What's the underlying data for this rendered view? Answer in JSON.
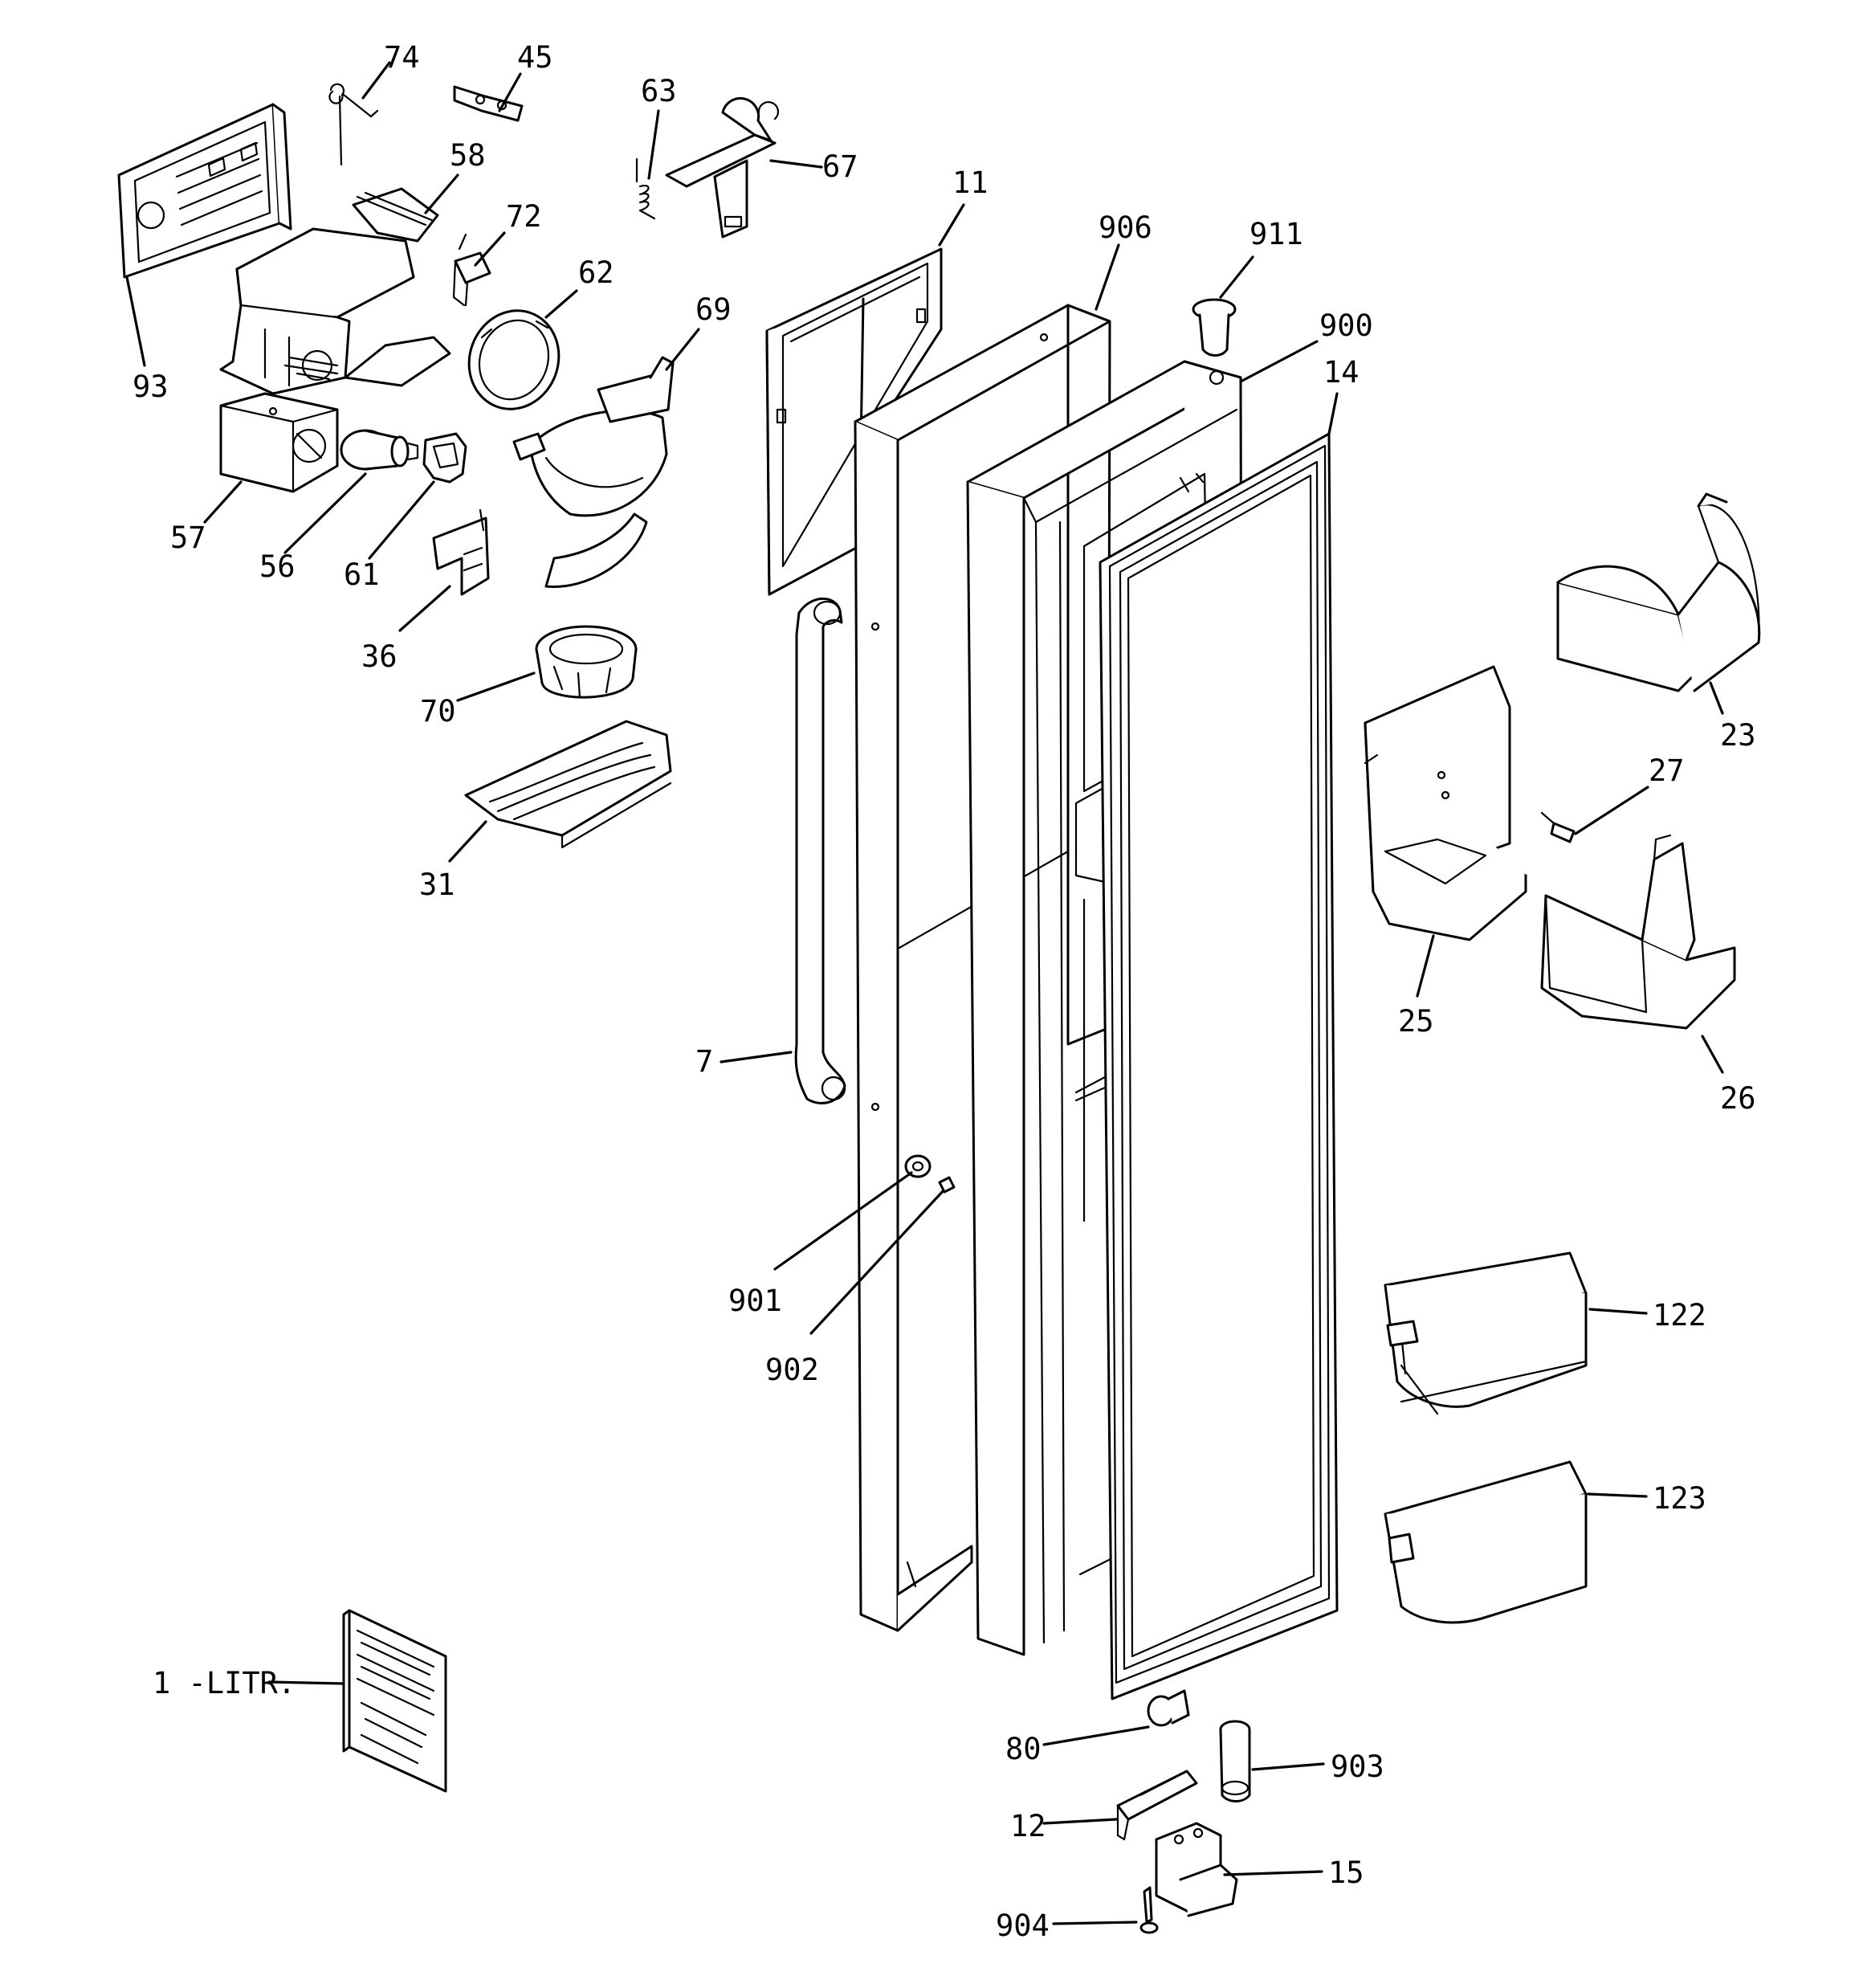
{
  "diagram": {
    "parts": [
      {
        "id": "p74",
        "label": "74"
      },
      {
        "id": "p45",
        "label": "45"
      },
      {
        "id": "p63",
        "label": "63"
      },
      {
        "id": "p67",
        "label": "67"
      },
      {
        "id": "p58",
        "label": "58"
      },
      {
        "id": "p72",
        "label": "72"
      },
      {
        "id": "p11",
        "label": "11"
      },
      {
        "id": "p906",
        "label": "906"
      },
      {
        "id": "p911",
        "label": "911"
      },
      {
        "id": "p62",
        "label": "62"
      },
      {
        "id": "p69",
        "label": "69"
      },
      {
        "id": "p900",
        "label": "900"
      },
      {
        "id": "p93",
        "label": "93"
      },
      {
        "id": "p14",
        "label": "14"
      },
      {
        "id": "p57",
        "label": "57"
      },
      {
        "id": "p56",
        "label": "56"
      },
      {
        "id": "p61",
        "label": "61"
      },
      {
        "id": "p36",
        "label": "36"
      },
      {
        "id": "p70",
        "label": "70"
      },
      {
        "id": "p23",
        "label": "23"
      },
      {
        "id": "p27",
        "label": "27"
      },
      {
        "id": "p31",
        "label": "31"
      },
      {
        "id": "p25",
        "label": "25"
      },
      {
        "id": "p7",
        "label": "7"
      },
      {
        "id": "p26",
        "label": "26"
      },
      {
        "id": "p901",
        "label": "901"
      },
      {
        "id": "p902",
        "label": "902"
      },
      {
        "id": "p122",
        "label": "122"
      },
      {
        "id": "p123",
        "label": "123"
      },
      {
        "id": "p1",
        "label": "1 -LITR."
      },
      {
        "id": "p80",
        "label": "80"
      },
      {
        "id": "p903",
        "label": "903"
      },
      {
        "id": "p12",
        "label": "12"
      },
      {
        "id": "p15",
        "label": "15"
      },
      {
        "id": "p904",
        "label": "904"
      }
    ]
  }
}
